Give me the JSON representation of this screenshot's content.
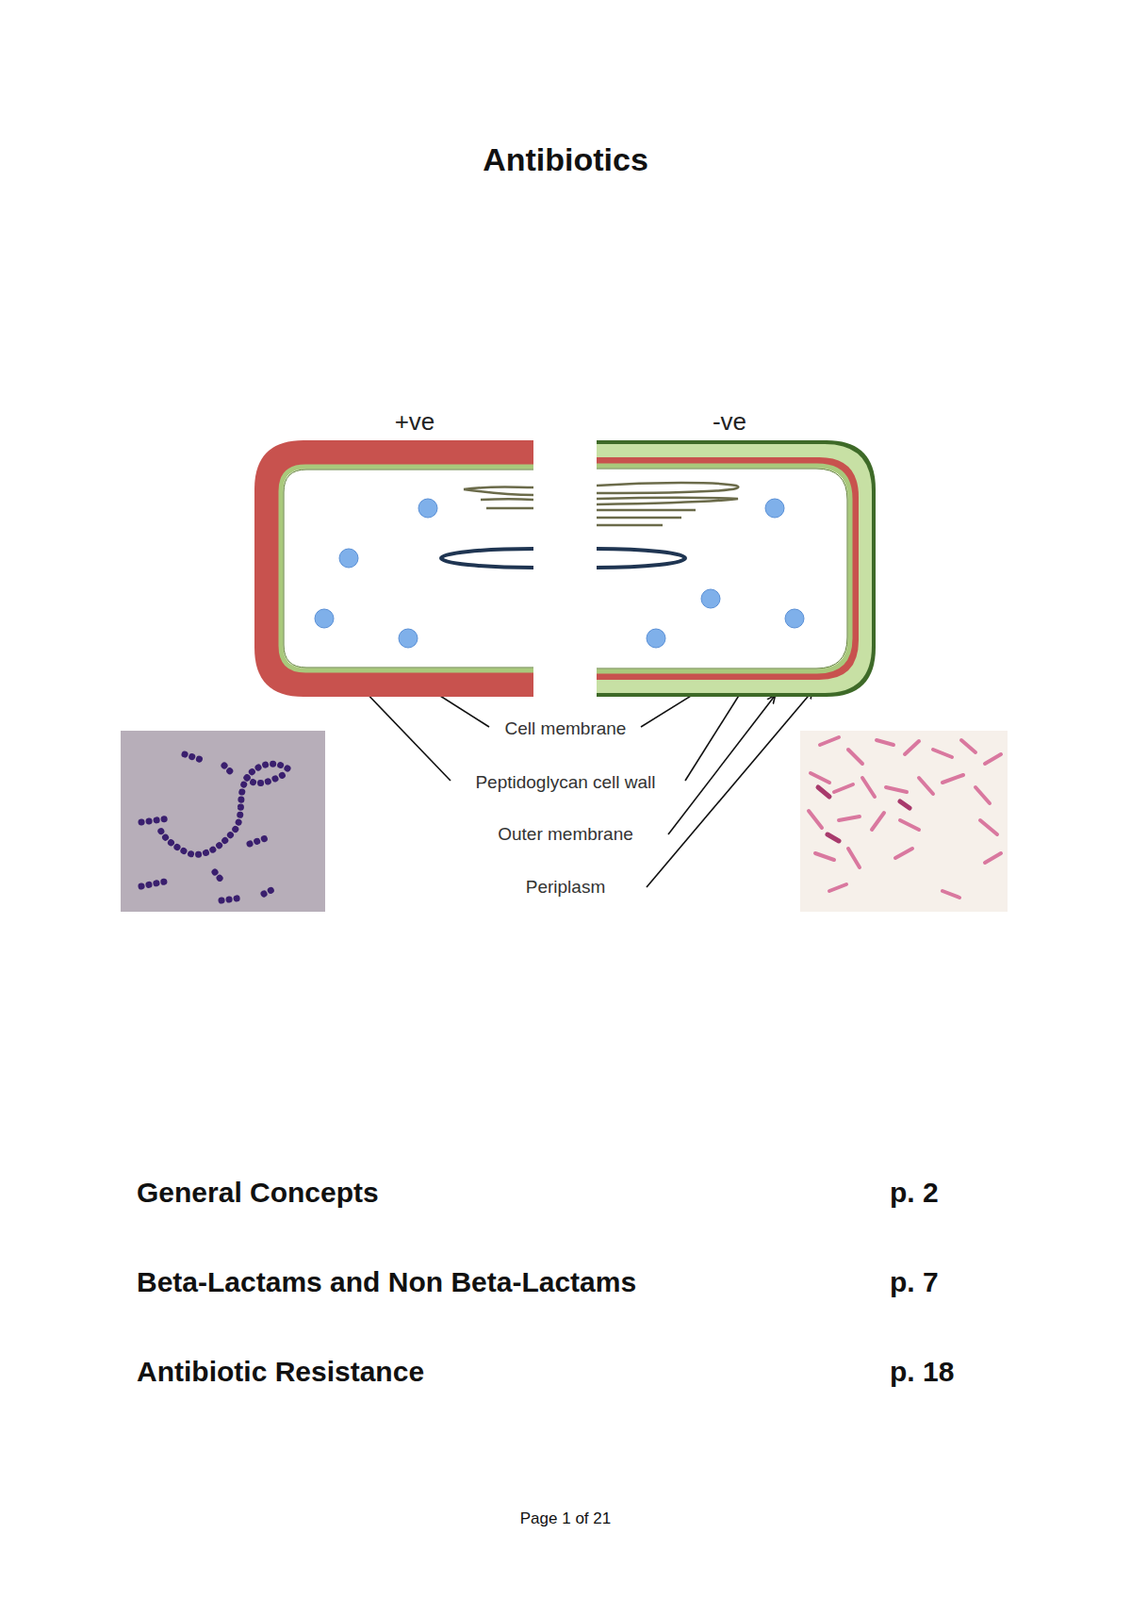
{
  "diagram": {
    "title": "Antibiotics",
    "nodes": [
      {
        "text": [
          "+ve"
        ]
      },
      {
        "text": [
          "-ve"
        ]
      }
    ],
    "labels": [
      "Cell membrane",
      "Peptidoglycan cell wall",
      "Outer membrane",
      "Periplasm",
      "General Concepts",
      "p. 2",
      "Beta-Lactams and Non Beta-Lactams",
      "p. 7",
      "Antibiotic Resistance",
      "p. 18",
      "Page 1 of 21"
    ]
  }
}
